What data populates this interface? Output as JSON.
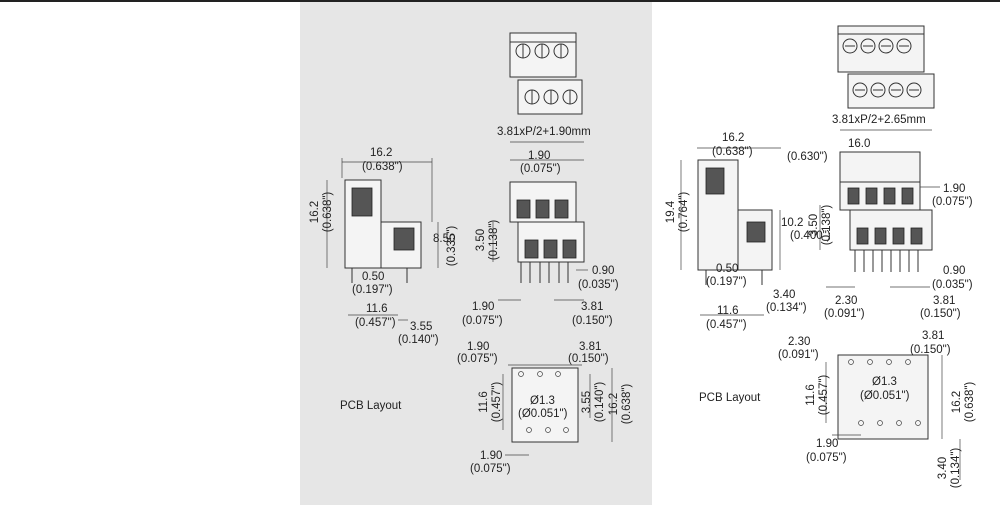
{
  "left": {
    "pitch_formula": "3.81xP/2+1.90mm",
    "side": {
      "width": "16.2",
      "width_in": "(0.638\")",
      "height": "16.2",
      "height_in": "(0.638\")",
      "step": "8.50",
      "step_in": "(0.335\")",
      "pin": "0.50",
      "pin_in": "(0.197\")",
      "depth": "11.6",
      "depth_in": "(0.457\")",
      "offset": "3.55",
      "offset_in": "(0.140\")"
    },
    "front": {
      "edge": "1.90",
      "edge_in": "(0.075\")",
      "row": "3.50",
      "row_in": "(0.138\")",
      "pin_w": "0.90",
      "pin_w_in": "(0.035\")",
      "bottom_edge": "1.90",
      "bottom_edge_in": "(0.075\")",
      "pitch": "3.81",
      "pitch_in": "(0.150\")"
    },
    "pcb": {
      "label": "PCB Layout",
      "top_edge": "1.90",
      "top_edge_in": "(0.075\")",
      "pitch": "3.81",
      "pitch_in": "(0.150\")",
      "height": "11.6",
      "height_in": "(0.457\")",
      "hole": "Ø1.3",
      "hole_in": "(Ø0.051\")",
      "row": "3.55",
      "row_in": "(0.140\")",
      "total": "16.2",
      "total_in": "(0.638\")",
      "bottom_edge": "1.90",
      "bottom_edge_in": "(0.075\")"
    }
  },
  "right": {
    "pitch_formula": "3.81xP/2+2.65mm",
    "side": {
      "width": "16.2",
      "width_in": "(0.638\")",
      "height": "19.4",
      "height_in": "(0.764\")",
      "step": "10.2",
      "step_in": "(0.400\")",
      "pin": "0.50",
      "pin_in": "(0.197\")",
      "depth": "11.6",
      "depth_in": "(0.457\")",
      "offset": "3.40",
      "offset_in": "(0.134\")"
    },
    "front": {
      "width": "16.0",
      "width_in": "(0.630\")",
      "edge": "1.90",
      "edge_in": "(0.075\")",
      "row": "3.50",
      "row_in": "(0.138\")",
      "pin_w": "0.90",
      "pin_w_in": "(0.035\")",
      "bottom_edge": "2.30",
      "bottom_edge_in": "(0.091\")",
      "pitch": "3.81",
      "pitch_in": "(0.150\")"
    },
    "pcb": {
      "label": "PCB Layout",
      "top_edge": "2.30",
      "top_edge_in": "(0.091\")",
      "pitch": "3.81",
      "pitch_in": "(0.150\")",
      "height": "11.6",
      "height_in": "(0.457\")",
      "hole": "Ø1.3",
      "hole_in": "(Ø0.051\")",
      "total": "16.2",
      "total_in": "(0.638\")",
      "bottom_edge": "1.90",
      "bottom_edge_in": "(0.075\")",
      "offset": "3.40",
      "offset_in": "(0.134\")"
    }
  }
}
